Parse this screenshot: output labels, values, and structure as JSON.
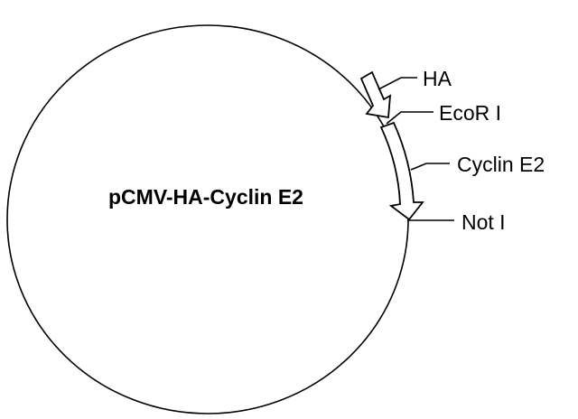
{
  "plasmid": {
    "name": "pCMV-HA-Cyclin E2"
  },
  "features": [
    {
      "id": "ha",
      "label": "HA"
    },
    {
      "id": "ecori",
      "label": "EcoR I"
    },
    {
      "id": "cyclin",
      "label": "Cyclin E2"
    },
    {
      "id": "noti",
      "label": "Not I"
    }
  ],
  "colors": {
    "stroke": "#000000",
    "background": "#ffffff",
    "arrow_fill": "#ffffff"
  }
}
